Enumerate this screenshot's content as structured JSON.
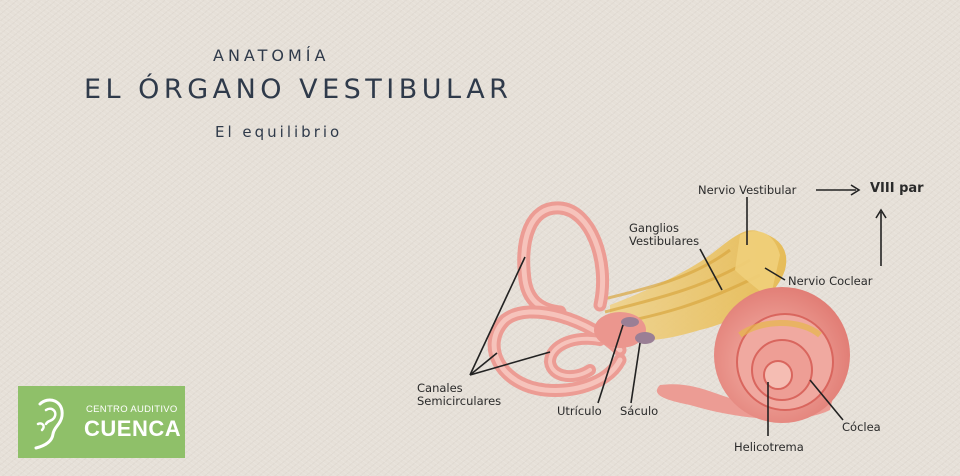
{
  "header": {
    "kicker": "ANATOMÍA",
    "title": "EL ÓRGANO VESTIBULAR",
    "subtitle": "El equilibrio"
  },
  "logo": {
    "icon": "ear-icon",
    "line1": "CENTRO AUDITIVO",
    "line2": "CUENCA",
    "background_color": "#8fc069"
  },
  "diagram": {
    "labels": {
      "nervio_vestibular": "Nervio Vestibular",
      "viii_par": "VIII par",
      "ganglios_line1": "Ganglios",
      "ganglios_line2": "Vestibulares",
      "nervio_coclear": "Nervio Coclear",
      "canales_line1": "Canales",
      "canales_line2": "Semicirculares",
      "utriculo": "Utrículo",
      "saculo": "Sáculo",
      "helicotrema": "Helicotrema",
      "coclea": "Cóclea"
    },
    "colors": {
      "tissue": "#ec9c94",
      "tissue_dark": "#d9665e",
      "nerve": "#e9c56a"
    }
  }
}
